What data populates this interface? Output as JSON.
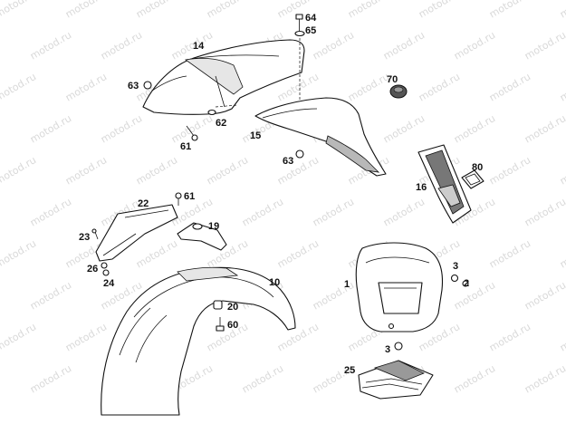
{
  "watermark": {
    "text": "motod.ru"
  },
  "labels": {
    "l64": "64",
    "l65": "65",
    "l14": "14",
    "l63a": "63",
    "l62": "62",
    "l61a": "61",
    "l15": "15",
    "l63b": "63",
    "l70": "70",
    "l80": "80",
    "l16": "16",
    "l22": "22",
    "l61b": "61",
    "l19": "19",
    "l23": "23",
    "l26": "26",
    "l24": "24",
    "l10": "10",
    "l20": "20",
    "l60": "60",
    "l1": "1",
    "l3a": "3",
    "l2": "2",
    "l3b": "3",
    "l25": "25"
  }
}
